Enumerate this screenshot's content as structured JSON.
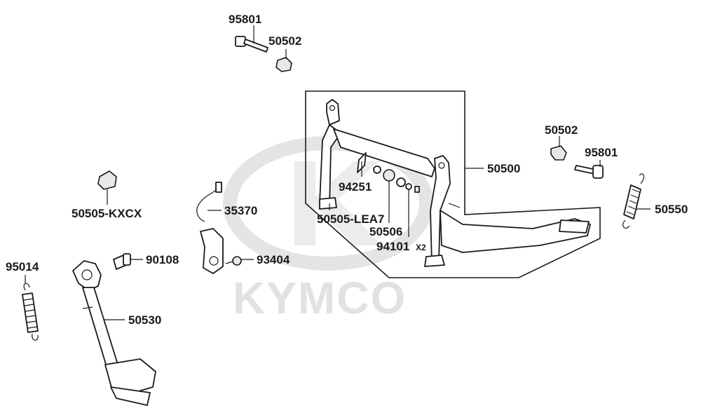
{
  "watermark": {
    "brand": "KYMCO"
  },
  "parts": {
    "p95801_top": "95801",
    "p50502_top": "50502",
    "p50502_right": "50502",
    "p95801_right": "95801",
    "p50500": "50500",
    "p94251": "94251",
    "p50505_lea7": "50505-LEA7",
    "p50506": "50506",
    "p94101": "94101",
    "p94101_qty": "X2",
    "p50550": "50550",
    "p50505_kxcx": "50505-KXCX",
    "p35370": "35370",
    "p90108": "90108",
    "p93404": "93404",
    "p95014": "95014",
    "p50530": "50530"
  }
}
